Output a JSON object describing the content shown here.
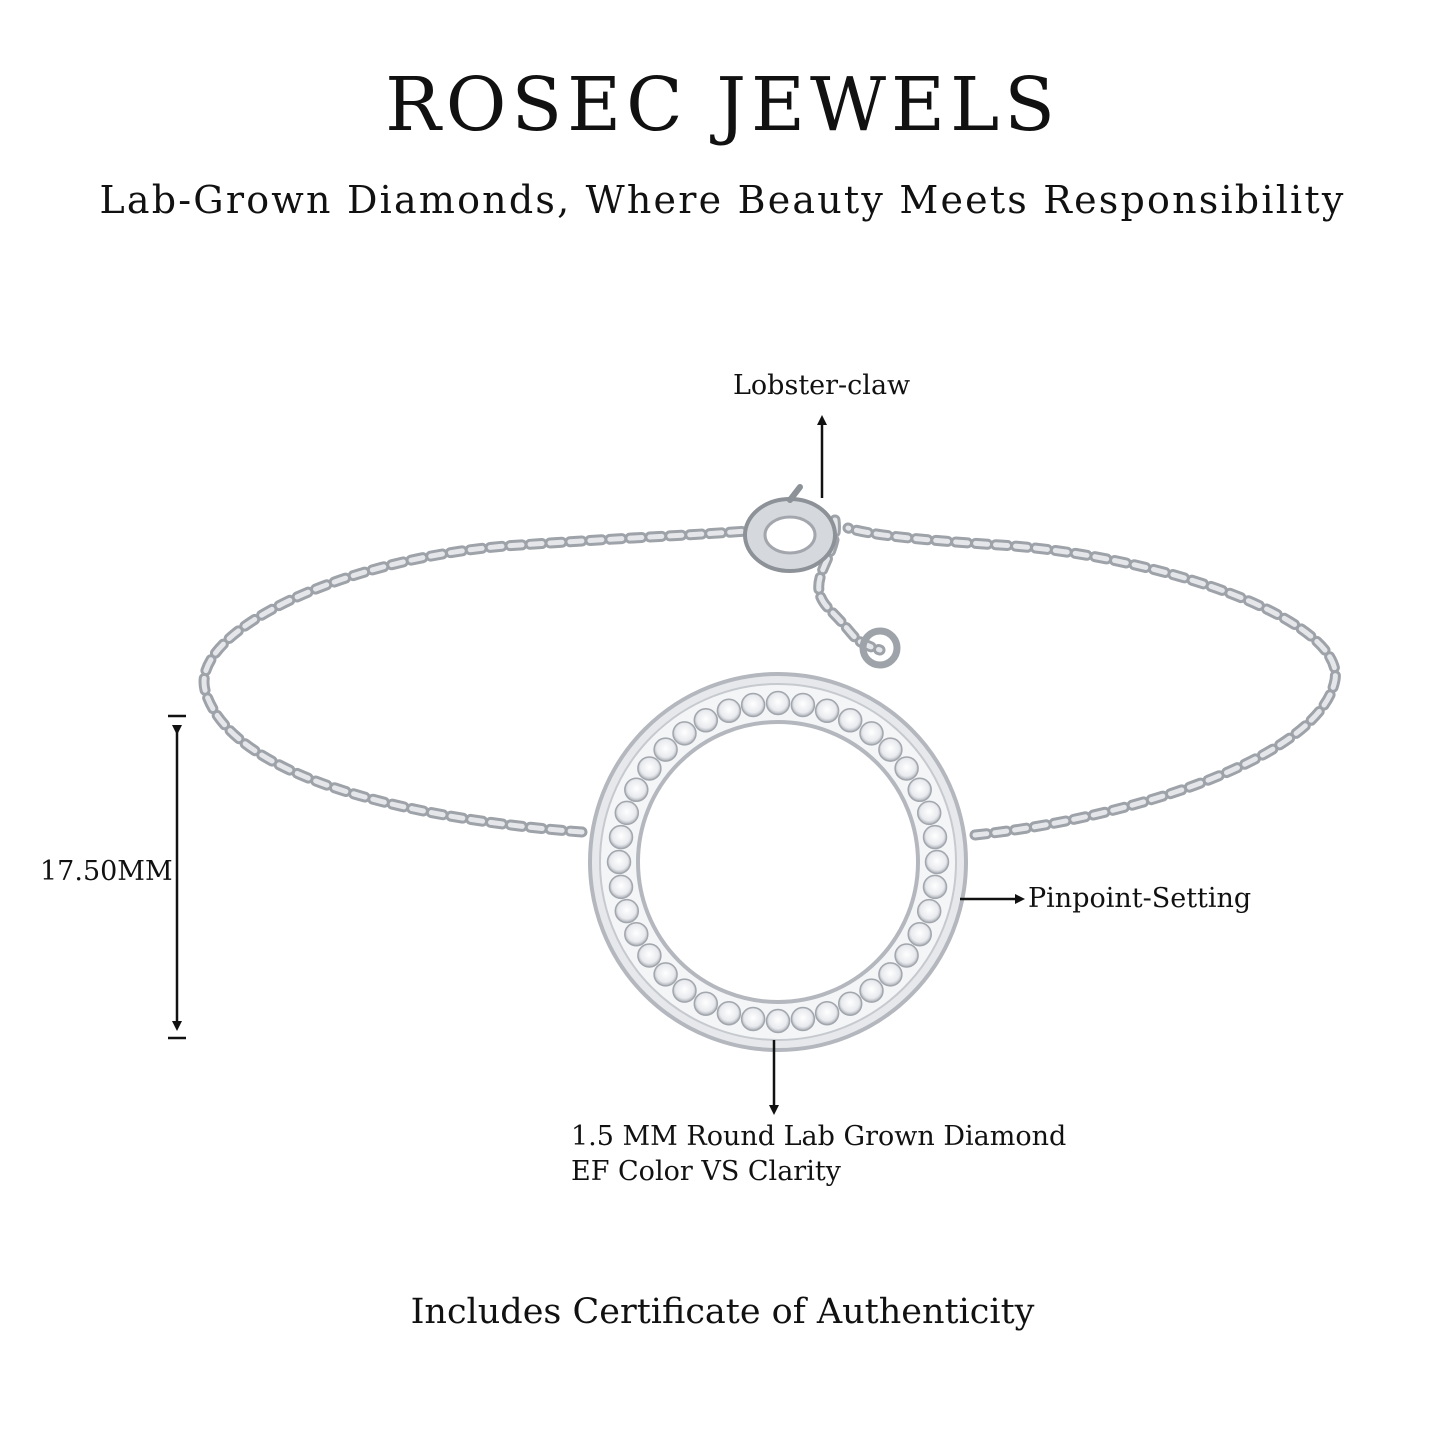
{
  "brand": {
    "name": "ROSEC JEWELS",
    "tagline": "Lab-Grown Diamonds, Where Beauty Meets Responsibility"
  },
  "annotations": {
    "clasp": "Lobster-claw",
    "height": "17.50MM",
    "setting": "Pinpoint-Setting",
    "stone_line1": "1.5 MM Round Lab Grown Diamond",
    "stone_line2": "EF Color VS Clarity"
  },
  "footer": {
    "note": "Includes Certificate of Authenticity"
  },
  "colors": {
    "metal": "#c9ccd1",
    "metal_dark": "#8d9198",
    "text": "#111111",
    "background": "#ffffff"
  }
}
